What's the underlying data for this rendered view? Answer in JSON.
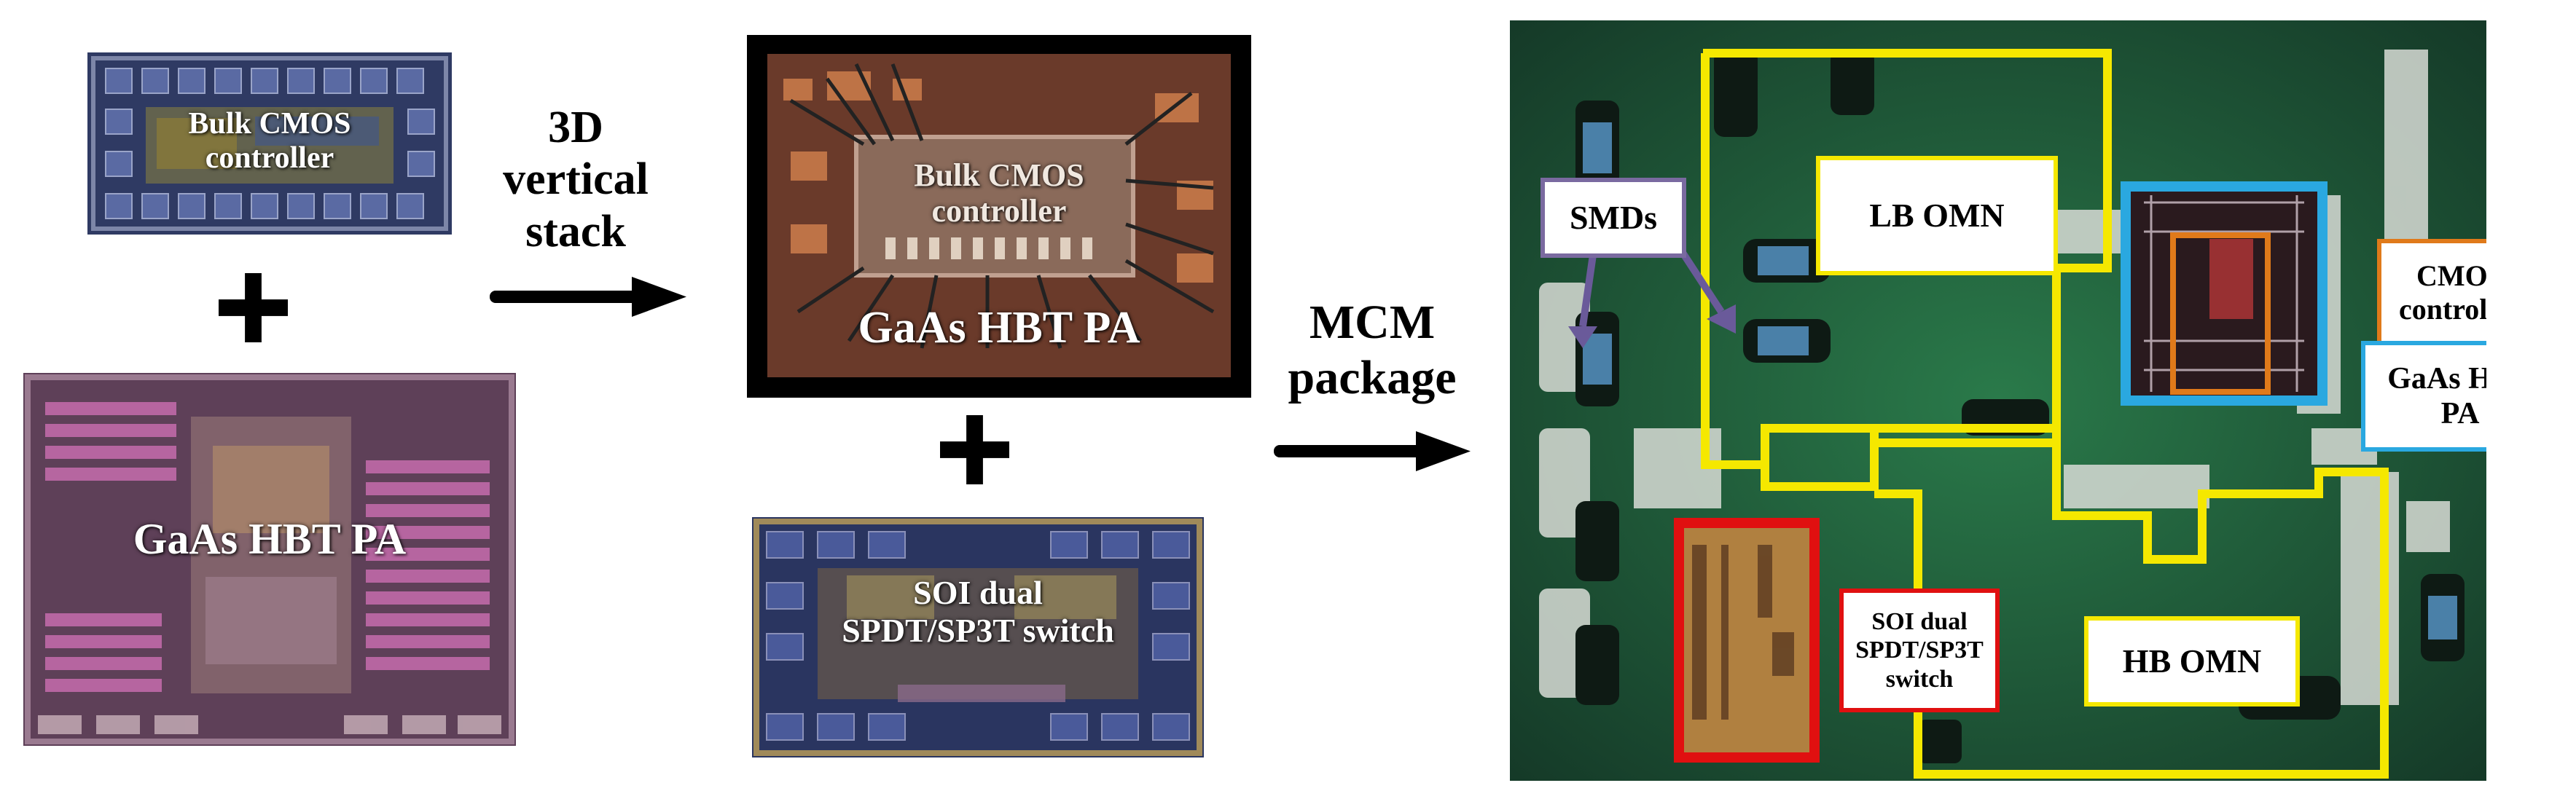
{
  "chips": {
    "cmos_controller": {
      "label": "Bulk CMOS controller"
    },
    "gaas_pa": {
      "label": "GaAs HBT PA"
    },
    "stacked": {
      "cmos_label": "Bulk CMOS controller",
      "pa_label": "GaAs HBT PA"
    },
    "soi_switch": {
      "label": "SOI dual SPDT/SP3T switch"
    }
  },
  "steps": {
    "stack": {
      "label": "3D vertical stack"
    },
    "mcm": {
      "label": "MCM package"
    }
  },
  "board": {
    "callouts": {
      "smds": "SMDs",
      "lb_omn": "LB OMN",
      "cmos_controller": "CMOS controller",
      "gaas_pa": "GaAs HBT PA",
      "soi_switch": "SOI dual SPDT/SP3T switch",
      "hb_omn": "HB OMN"
    },
    "colors": {
      "omn_outline": "#f5e800",
      "cmos_outline": "#e07a1a",
      "pa_outline": "#2aa8e0",
      "switch_outline": "#e01010",
      "smd_arrow": "#6a5a9a"
    }
  }
}
